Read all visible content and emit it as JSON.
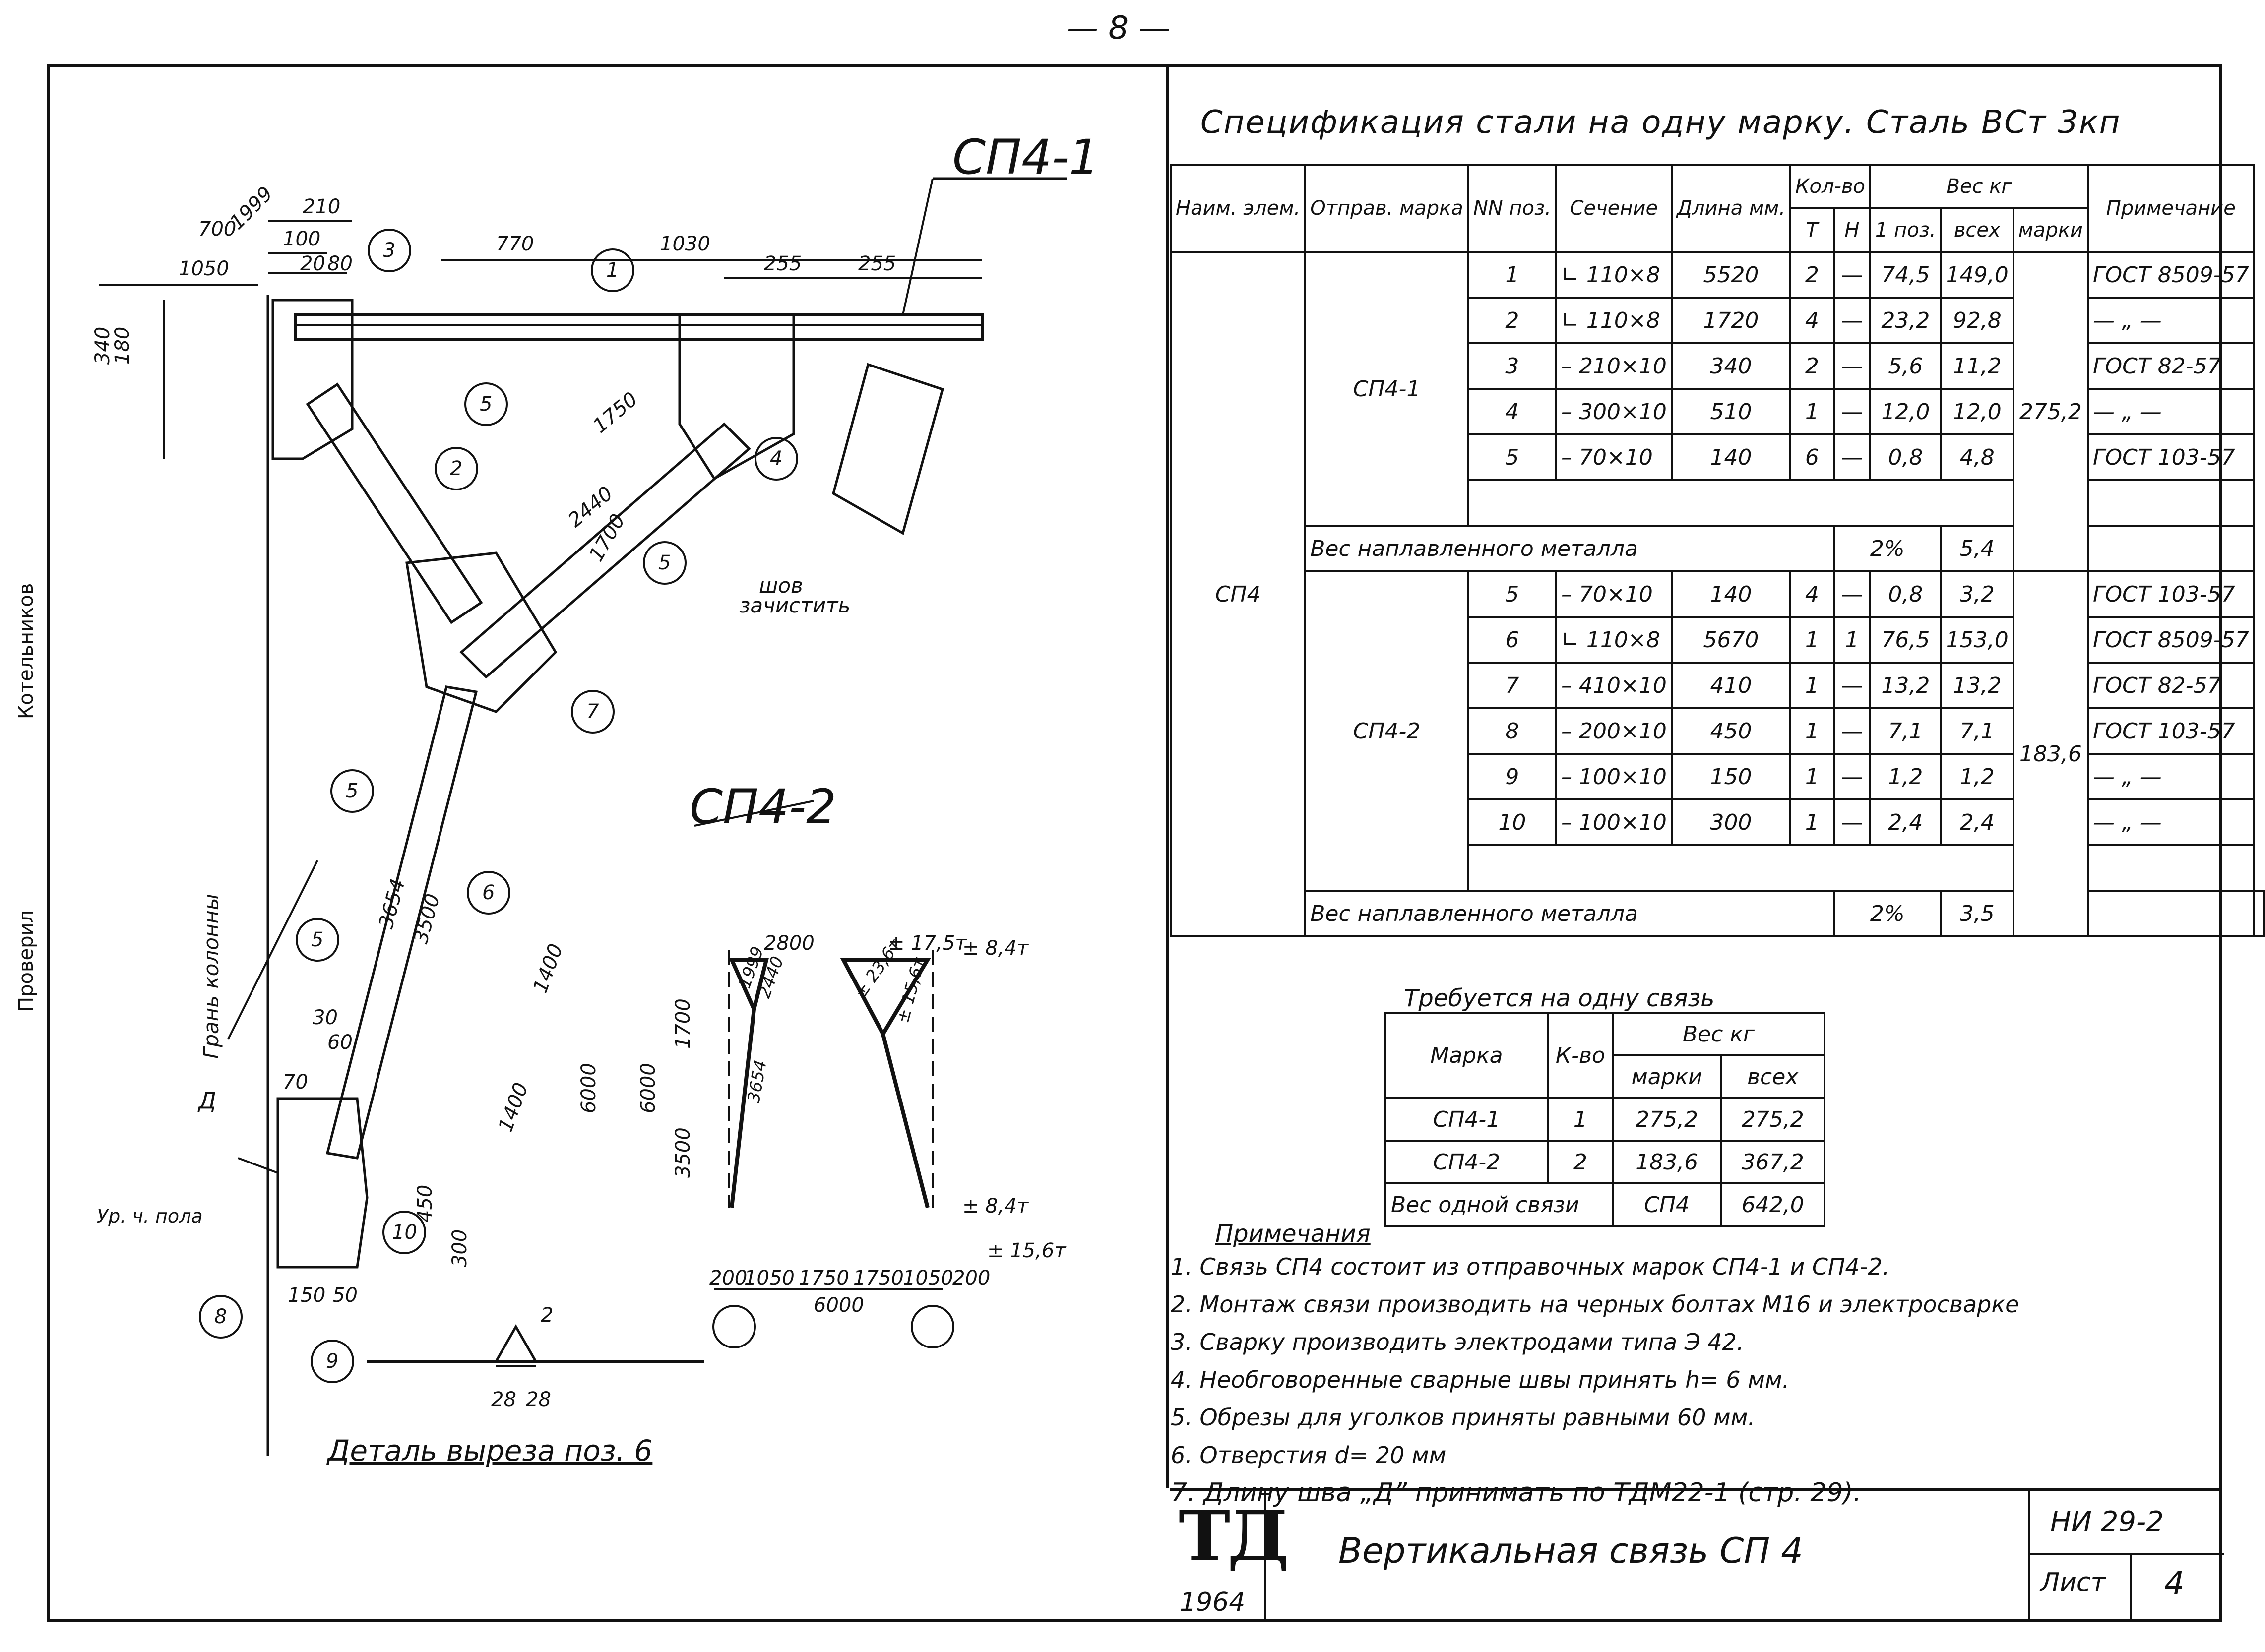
{
  "page_number": "— 8 —",
  "margin": {
    "checked": "Проверил",
    "name": "Котельников"
  },
  "drawing": {
    "mark_1": "СП4-1",
    "mark_2": "СП4-2",
    "weld_note_1": "шов",
    "weld_note_2": "зачистить",
    "column_edge": "Грань колонны",
    "floor_label": "Ур. ч. пола",
    "detail_title": "Деталь выреза поз. 6",
    "weld_d": "Д",
    "dims": {
      "d210": "210",
      "d100": "100",
      "d20": "20",
      "d80": "80",
      "d1050": "1050",
      "d700": "700",
      "d1999": "1999",
      "d770": "770",
      "d1030": "1030",
      "d255a": "255",
      "d255b": "255",
      "d1750": "1750",
      "d2440": "2440",
      "d1700": "1700",
      "d340": "340",
      "d180": "180",
      "d3654": "3654",
      "d3500": "3500",
      "d1400a": "1400",
      "d1400b": "1400",
      "d450": "450",
      "d300": "300",
      "d6000": "6000",
      "d150": "150",
      "d50": "50",
      "d70": "70",
      "d60": "60",
      "d30": "30",
      "d2": "2",
      "d28a": "28",
      "d28b": "28"
    },
    "pos": [
      "1",
      "2",
      "3",
      "4",
      "5",
      "5",
      "5",
      "5",
      "6",
      "7",
      "8",
      "9",
      "10"
    ],
    "scheme": {
      "top": "2800",
      "f1": "± 17,5т",
      "f2": "± 8,4т",
      "f3": "± 8,4т",
      "f4": "± 15,6т",
      "h1700": "1700",
      "h3500": "3500",
      "h6000": "6000",
      "bottom": [
        "200",
        "1050",
        "1750",
        "1750",
        "1050",
        "200"
      ],
      "total": "6000",
      "m1999": "1999",
      "m2440": "2440",
      "m3654": "3654",
      "m2367": "± 23,6т",
      "m15": "± 15,6т"
    }
  },
  "spec": {
    "title": "Спецификация стали на одну марку. Сталь ВСт 3кп",
    "headers": {
      "elem": "Наим. элем.",
      "mark": "Отправ. марка",
      "pos": "NN поз.",
      "section": "Сечение",
      "length": "Длина мм.",
      "qty": "Кол-во",
      "qty_t": "Т",
      "qty_n": "Н",
      "weight": "Вес кг",
      "w_one": "1 поз.",
      "w_all": "всех",
      "w_mark": "марки",
      "note": "Примечание"
    },
    "element": "СП4",
    "group1": {
      "mark": "СП4-1",
      "mark_weight": "275,2",
      "rows": [
        {
          "pos": "1",
          "section": "∟ 110×8",
          "length": "5520",
          "t": "2",
          "n": "—",
          "one": "74,5",
          "all": "149,0",
          "note": "ГОСТ 8509-57"
        },
        {
          "pos": "2",
          "section": "∟ 110×8",
          "length": "1720",
          "t": "4",
          "n": "—",
          "one": "23,2",
          "all": "92,8",
          "note": "— „ —"
        },
        {
          "pos": "3",
          "section": "– 210×10",
          "length": "340",
          "t": "2",
          "n": "—",
          "one": "5,6",
          "all": "11,2",
          "note": "ГОСТ 82-57"
        },
        {
          "pos": "4",
          "section": "– 300×10",
          "length": "510",
          "t": "1",
          "n": "—",
          "one": "12,0",
          "all": "12,0",
          "note": "— „ —"
        },
        {
          "pos": "5",
          "section": "– 70×10",
          "length": "140",
          "t": "6",
          "n": "—",
          "one": "0,8",
          "all": "4,8",
          "note": "ГОСТ 103-57"
        }
      ],
      "weld_label": "Вес наплавленного металла",
      "weld_pct": "2%",
      "weld_val": "5,4"
    },
    "group2": {
      "mark": "СП4-2",
      "mark_weight": "183,6",
      "rows": [
        {
          "pos": "5",
          "section": "– 70×10",
          "length": "140",
          "t": "4",
          "n": "—",
          "one": "0,8",
          "all": "3,2",
          "note": "ГОСТ 103-57"
        },
        {
          "pos": "6",
          "section": "∟ 110×8",
          "length": "5670",
          "t": "1",
          "n": "1",
          "one": "76,5",
          "all": "153,0",
          "note": "ГОСТ 8509-57"
        },
        {
          "pos": "7",
          "section": "– 410×10",
          "length": "410",
          "t": "1",
          "n": "—",
          "one": "13,2",
          "all": "13,2",
          "note": "ГОСТ 82-57"
        },
        {
          "pos": "8",
          "section": "– 200×10",
          "length": "450",
          "t": "1",
          "n": "—",
          "one": "7,1",
          "all": "7,1",
          "note": "ГОСТ 103-57"
        },
        {
          "pos": "9",
          "section": "– 100×10",
          "length": "150",
          "t": "1",
          "n": "—",
          "one": "1,2",
          "all": "1,2",
          "note": "— „ —"
        },
        {
          "pos": "10",
          "section": "– 100×10",
          "length": "300",
          "t": "1",
          "n": "—",
          "one": "2,4",
          "all": "2,4",
          "note": "— „ —"
        }
      ],
      "weld_label": "Вес наплавленного металла",
      "weld_pct": "2%",
      "weld_val": "3,5"
    }
  },
  "required": {
    "title": "Требуется на одну связь",
    "h_mark": "Марка",
    "h_qty": "К-во",
    "h_weight": "Вес кг",
    "h_w_mark": "марки",
    "h_w_all": "всех",
    "rows": [
      {
        "mark": "СП4-1",
        "qty": "1",
        "w_mark": "275,2",
        "w_all": "275,2"
      },
      {
        "mark": "СП4-2",
        "qty": "2",
        "w_mark": "183,6",
        "w_all": "367,2"
      }
    ],
    "total_label": "Вес одной связи",
    "total_mark": "СП4",
    "total_val": "642,0"
  },
  "notes": {
    "title": "Примечания",
    "items": [
      "1. Связь СП4 состоит из отправочных марок СП4-1 и СП4-2.",
      "2. Монтаж связи производить на черных болтах М16 и электросварке",
      "3. Сварку производить электродами типа Э 42.",
      "4. Необговоренные сварные швы принять h= 6 мм.",
      "5. Обрезы для уголков приняты равными 60 мм.",
      "6. Отверстия d= 20 мм",
      "7. Длину шва „Д” принимать по ТДМ22-1 (стр. 29)."
    ]
  },
  "titleblock": {
    "logo": "ТД",
    "year": "1964",
    "title": "Вертикальная связь СП 4",
    "code": "НИ 29-2",
    "sheet_label": "Лист",
    "sheet": "4"
  }
}
